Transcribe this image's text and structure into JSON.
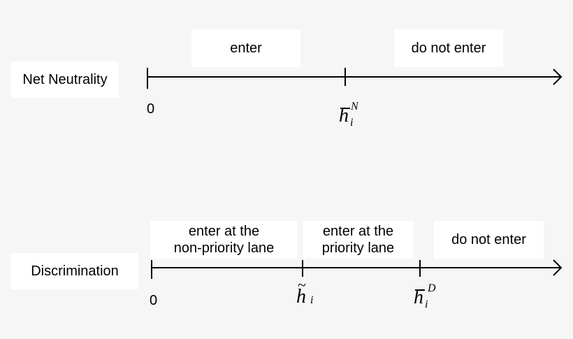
{
  "panels": {
    "net_neutrality": {
      "label": "Net Neutrality",
      "zero": "0",
      "regions": [
        "enter",
        "do not enter"
      ],
      "threshold": {
        "symbol": "h",
        "sub": "i",
        "sup": "N"
      }
    },
    "discrimination": {
      "label": "Discrimination",
      "zero": "0",
      "regions": [
        [
          "enter at the",
          "non-priority lane"
        ],
        [
          "enter at the",
          "priority lane"
        ],
        "do not enter"
      ],
      "threshold_tilde": {
        "symbol": "h",
        "sub": "i"
      },
      "threshold": {
        "symbol": "h",
        "sub": "i",
        "sup": "D"
      }
    }
  },
  "colors": {
    "background": "#f6f6f6",
    "box": "#ffffff",
    "line": "#000000"
  }
}
